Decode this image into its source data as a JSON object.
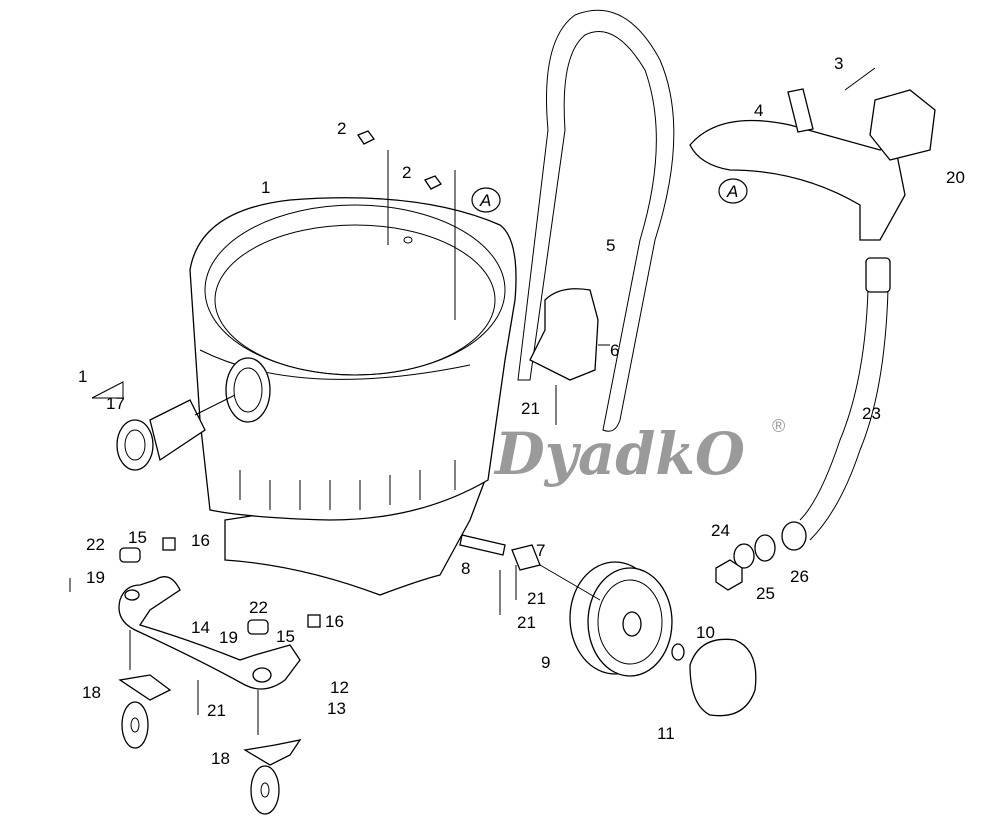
{
  "title": "Exploded parts diagram",
  "watermark": {
    "text": "DyadkO",
    "mark": "®",
    "color": "#9a9a9a"
  },
  "reference_marks": [
    "A",
    "A"
  ],
  "labels": [
    "3",
    "4",
    "20",
    "2",
    "2",
    "1",
    "5",
    "6",
    "21",
    "23",
    "1",
    "17",
    "24",
    "25",
    "26",
    "22",
    "15",
    "16",
    "19",
    "7",
    "8",
    "21",
    "21",
    "22",
    "19",
    "15",
    "16",
    "14",
    "9",
    "10",
    "12",
    "13",
    "18",
    "21",
    "11",
    "18"
  ]
}
